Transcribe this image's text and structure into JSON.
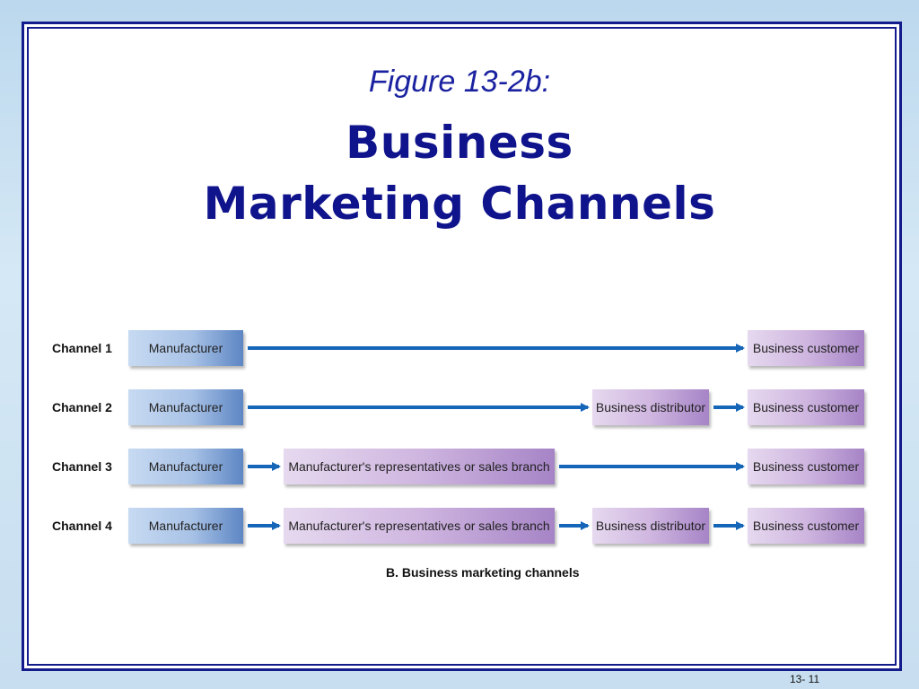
{
  "slide": {
    "figure_label": "Figure 13-2b:",
    "title_line1": "Business",
    "title_line2": "Marketing Channels",
    "page_number": "13- 11"
  },
  "diagram": {
    "channels": [
      {
        "label": "Channel 1",
        "manufacturer": "Manufacturer",
        "rep": "",
        "distributor": "",
        "customer": "Business customer"
      },
      {
        "label": "Channel 2",
        "manufacturer": "Manufacturer",
        "rep": "",
        "distributor": "Business distributor",
        "customer": "Business customer"
      },
      {
        "label": "Channel 3",
        "manufacturer": "Manufacturer",
        "rep": "Manufacturer's representatives or sales branch",
        "distributor": "",
        "customer": "Business customer"
      },
      {
        "label": "Channel 4",
        "manufacturer": "Manufacturer",
        "rep": "Manufacturer's representatives or sales branch",
        "distributor": "Business distributor",
        "customer": "Business customer"
      }
    ],
    "caption": "B. Business marketing channels",
    "colors": {
      "manufacturer": "#7a9fd6",
      "intermediary": "#c0a3d8",
      "arrow": "#1565b8",
      "title": "#10148c"
    }
  }
}
